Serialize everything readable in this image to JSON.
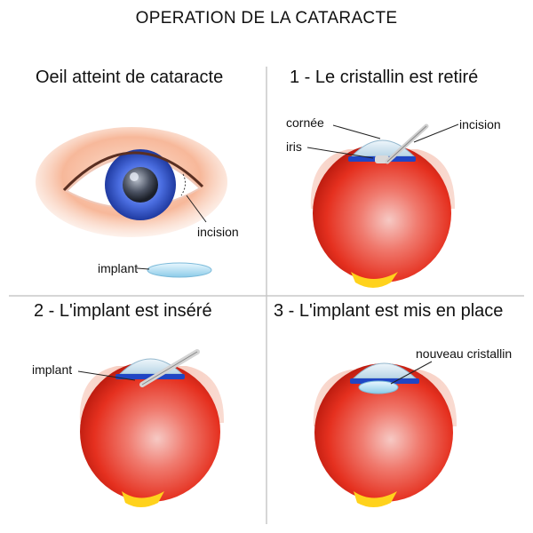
{
  "title": "OPERATION DE LA CATARACTE",
  "panels": [
    {
      "title": "Oeil atteint de cataracte",
      "labels": {
        "incision": "incision",
        "implant": "implant"
      }
    },
    {
      "title": "1 - Le cristallin est retiré",
      "labels": {
        "cornea": "cornée",
        "iris": "iris",
        "incision": "incision"
      }
    },
    {
      "title": "2 - L'implant est inséré",
      "labels": {
        "implant": "implant"
      }
    },
    {
      "title": "3 - L'implant est mis en place",
      "labels": {
        "new_lens": "nouveau cristallin"
      }
    }
  ],
  "colors": {
    "divider": "#c8c8c8",
    "eyeball": "#e2311d",
    "iris_blue": "#3a5fd0",
    "skin": "#f4a27a",
    "lens": "#bfe3f5",
    "macula": "#ffd21c"
  }
}
